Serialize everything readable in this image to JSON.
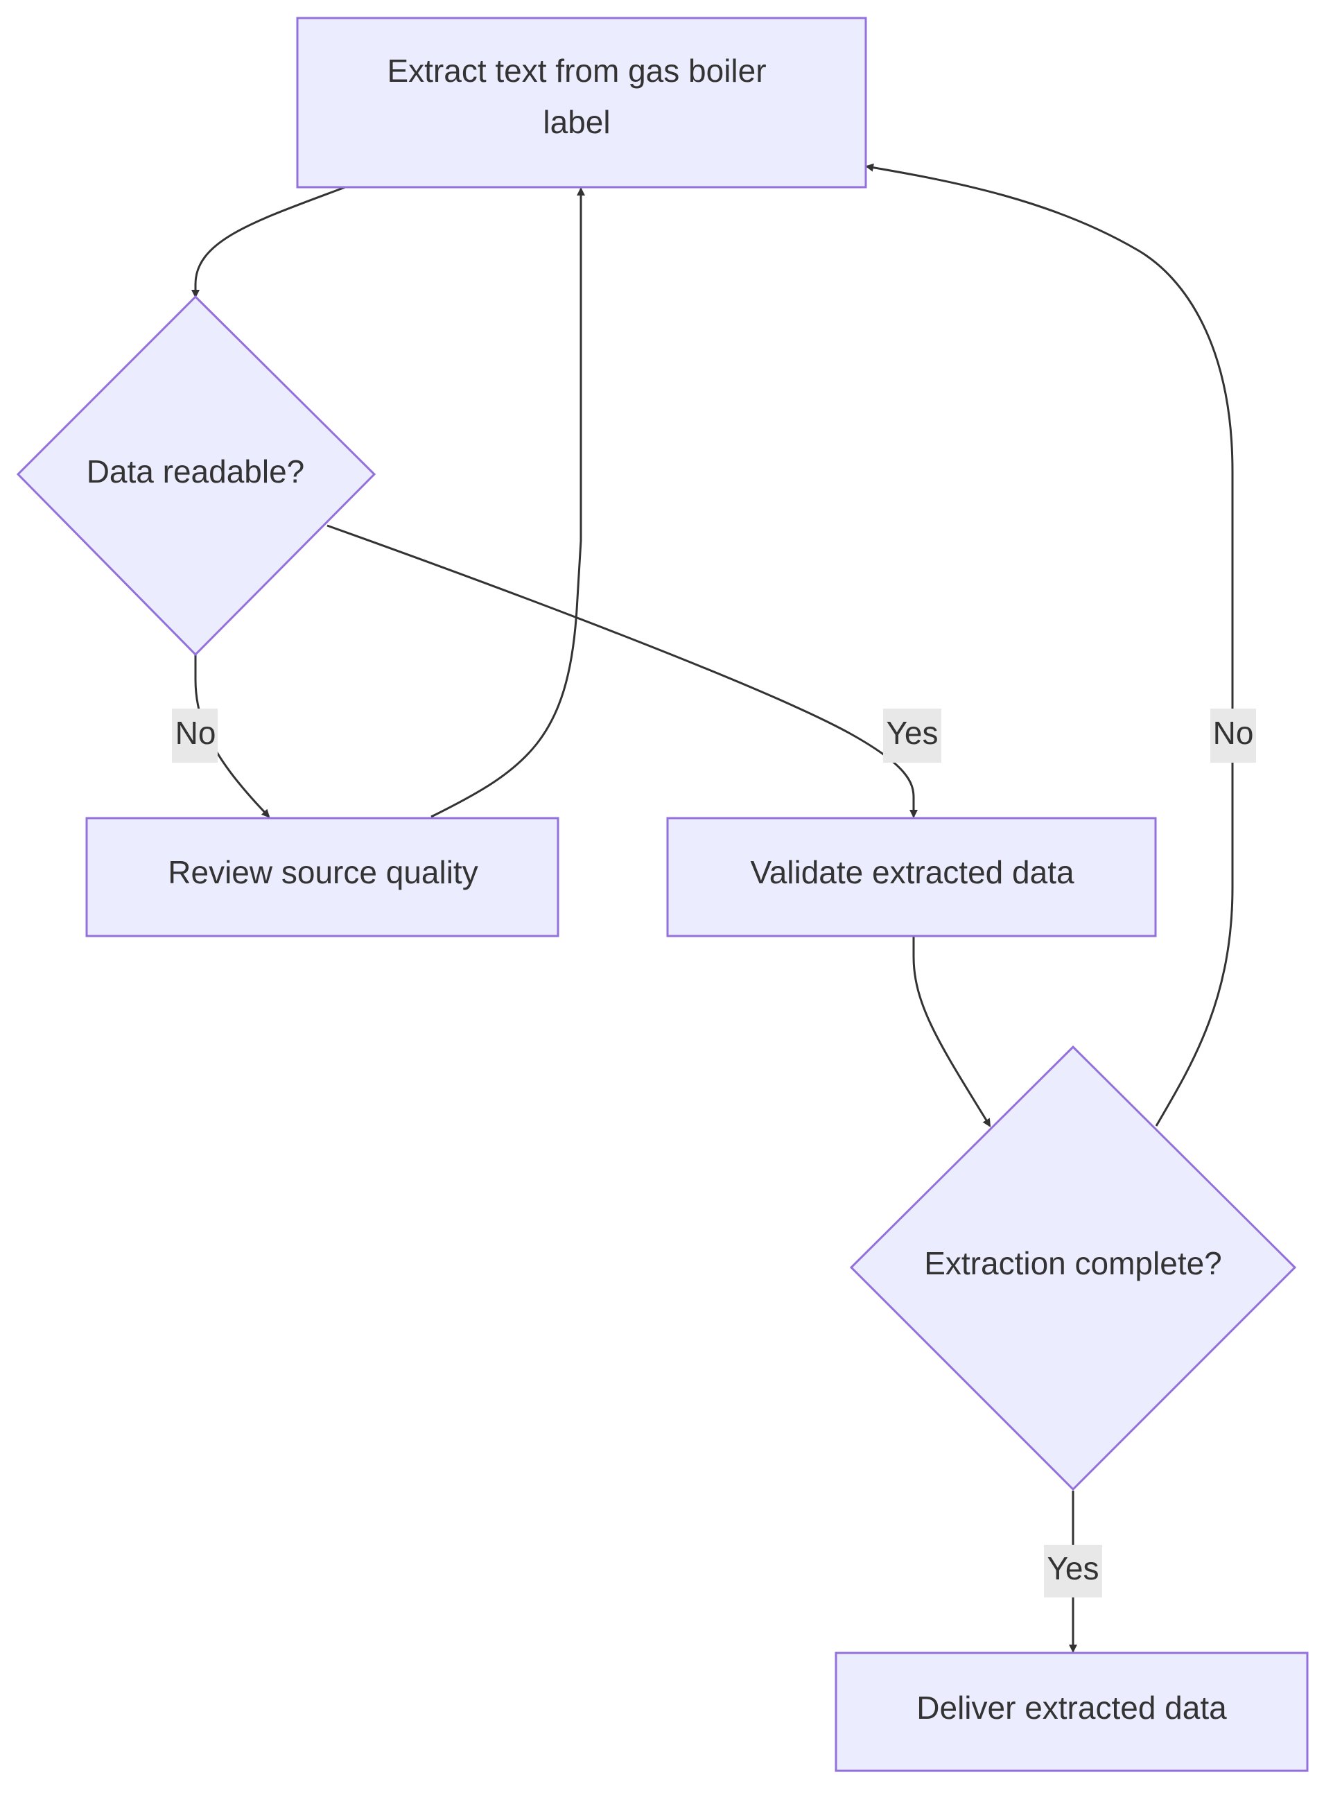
{
  "diagram": {
    "nodes": {
      "extract": {
        "shape": "rectangle",
        "line1": "Extract text from gas boiler",
        "line2": "label"
      },
      "readable": {
        "shape": "diamond",
        "text": "Data readable?"
      },
      "review": {
        "shape": "rectangle",
        "text": "Review source quality"
      },
      "validate": {
        "shape": "rectangle",
        "text": "Validate extracted data"
      },
      "complete": {
        "shape": "diamond",
        "text": "Extraction complete?"
      },
      "deliver": {
        "shape": "rectangle",
        "text": "Deliver extracted data"
      }
    },
    "edges": [
      {
        "from": "extract",
        "to": "readable",
        "label": ""
      },
      {
        "from": "readable",
        "to": "review",
        "label": "No"
      },
      {
        "from": "readable",
        "to": "validate",
        "label": "Yes"
      },
      {
        "from": "review",
        "to": "extract",
        "label": ""
      },
      {
        "from": "validate",
        "to": "complete",
        "label": ""
      },
      {
        "from": "complete",
        "to": "extract",
        "label": "No"
      },
      {
        "from": "complete",
        "to": "deliver",
        "label": "Yes"
      }
    ],
    "colors": {
      "node_fill": "#ECECFF",
      "node_stroke": "#9370DB",
      "edge": "#333333",
      "label_background": "#E8E8E8",
      "text": "#333333"
    }
  }
}
